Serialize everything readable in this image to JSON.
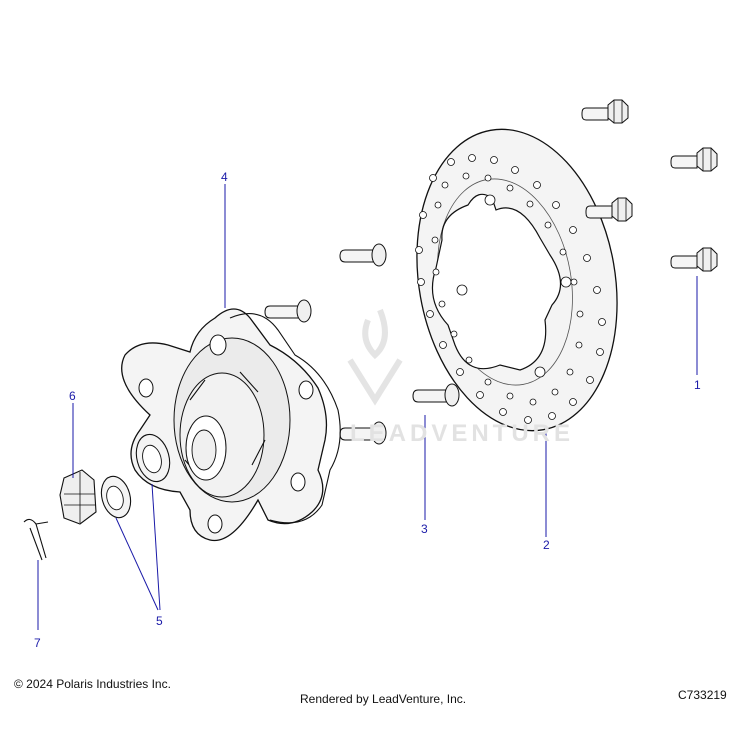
{
  "callouts": {
    "c1": "1",
    "c2": "2",
    "c3": "3",
    "c4": "4",
    "c5": "5",
    "c6": "6",
    "c7": "7"
  },
  "watermark": "LEADVENTURE",
  "footer": {
    "copyright": "© 2024 Polaris Industries Inc.",
    "rendered_by": "Rendered by LeadVenture, Inc.",
    "diagram_code": "C733219"
  },
  "colors": {
    "leader": "#1a1aa8",
    "outline": "#111111",
    "part_fill": "#f3f3f3",
    "watermark": "#e2e2e2"
  }
}
